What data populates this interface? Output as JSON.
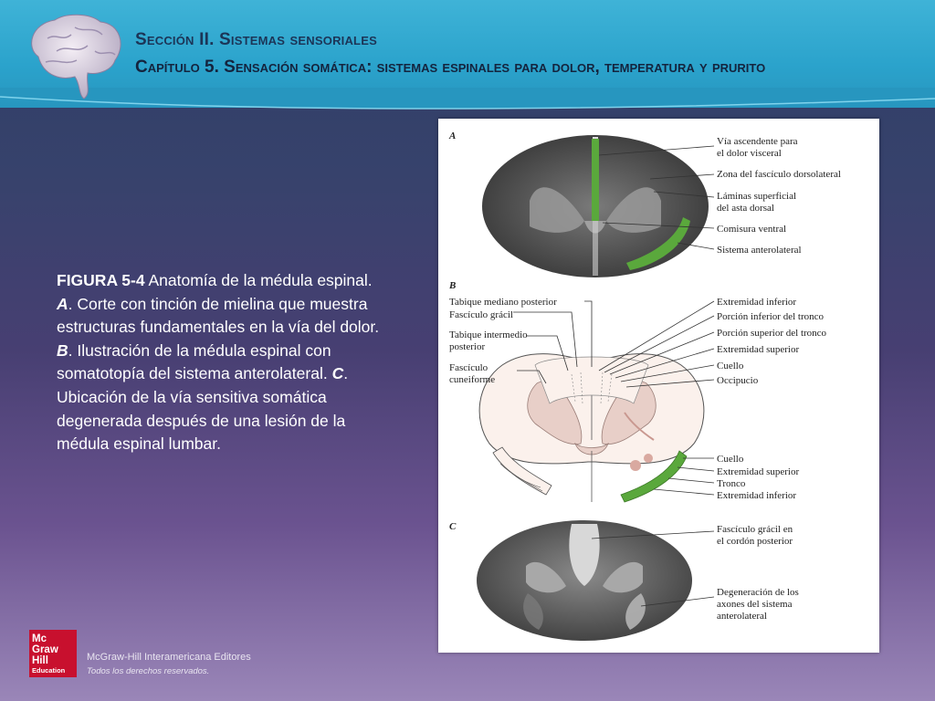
{
  "header": {
    "section": "Sección II. Sistemas sensoriales",
    "chapter": "Capítulo 5. Sensación somática: sistemas espinales para dolor, temperatura y prurito"
  },
  "caption": {
    "figure_label": "FIGURA 5-4",
    "intro": " Anatomía de la médula espinal. ",
    "a_letter": "A",
    "a_text": ". Corte con tinción de mielina que muestra estructuras fundamentales en la vía del dolor. ",
    "b_letter": "B",
    "b_text": ". Ilustración de la médula espinal con somatotopía del sistema anterolateral. ",
    "c_letter": "C",
    "c_text": ". Ubicación de la vía sensitiva somática degenerada después de una lesión de la médula espinal lumbar."
  },
  "figure": {
    "panel_a": {
      "letter": "A",
      "labels": [
        "Vía ascendente para",
        "el dolor visceral",
        "Zona del fascículo dorsolateral",
        "Láminas superficial",
        "del asta dorsal",
        "Comisura ventral",
        "Sistema anterolateral"
      ]
    },
    "panel_b": {
      "letter": "B",
      "left_labels": [
        "Tabique mediano posterior",
        "Fascículo grácil",
        "Tabique intermedio",
        "posterior",
        "Fascículo",
        "cuneiforme"
      ],
      "right_top_labels": [
        "Extremidad inferior",
        "Porción inferior del tronco",
        "Porción superior del tronco",
        "Extremidad superior",
        "Cuello",
        "Occipucio"
      ],
      "right_bottom_labels": [
        "Cuello",
        "Extremidad superior",
        "Tronco",
        "Extremidad inferior"
      ]
    },
    "panel_c": {
      "letter": "C",
      "labels": [
        "Fascículo grácil en",
        "el cordón posterior",
        "Degeneración de los",
        "axones del sistema",
        "anterolateral"
      ]
    },
    "colors": {
      "tract_green": "#5aa83c",
      "gray_matter_b": "#e8cfc8",
      "white_matter_b": "#fbf1ec"
    }
  },
  "footer": {
    "logo_lines": [
      "Mc",
      "Graw",
      "Hill",
      "Education"
    ],
    "publisher": "McGraw-Hill Interamericana Editores",
    "rights": "Todos los derechos reservados."
  }
}
